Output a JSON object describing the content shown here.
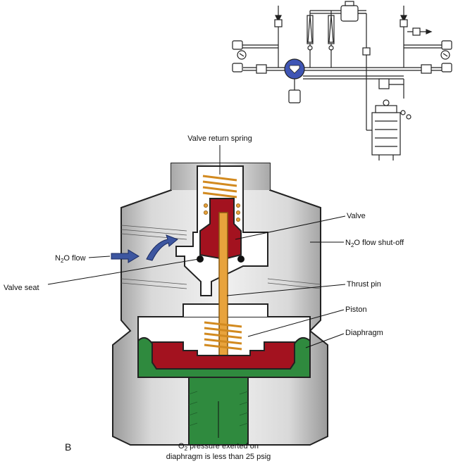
{
  "figure_letter": "B",
  "labels": {
    "valve_return_spring": "Valve return spring",
    "valve": "Valve",
    "n2o_shutoff_prefix": "N",
    "n2o_shutoff_sub": "2",
    "n2o_shutoff_suffix": "O flow shut-off",
    "n2o_flow_prefix": "N",
    "n2o_flow_sub": "2",
    "n2o_flow_suffix": "O flow",
    "valve_seat": "Valve seat",
    "thrust_pin": "Thrust pin",
    "piston": "Piston",
    "diaphragm": "Diaphragm",
    "o2_line1_prefix": "O",
    "o2_line1_sub": "2",
    "o2_line1_suffix": " pressure exerted on",
    "o2_line2": "diaphragm is less than 25 psig"
  },
  "colors": {
    "body_gray": "#d4d4d4",
    "valve_red": "#a3121f",
    "spring_orange": "#e8a33c",
    "diaphragm_green": "#2f8a3e",
    "flow_arrow_blue": "#3d56a0",
    "highlight_blue": "#3f55b5"
  }
}
